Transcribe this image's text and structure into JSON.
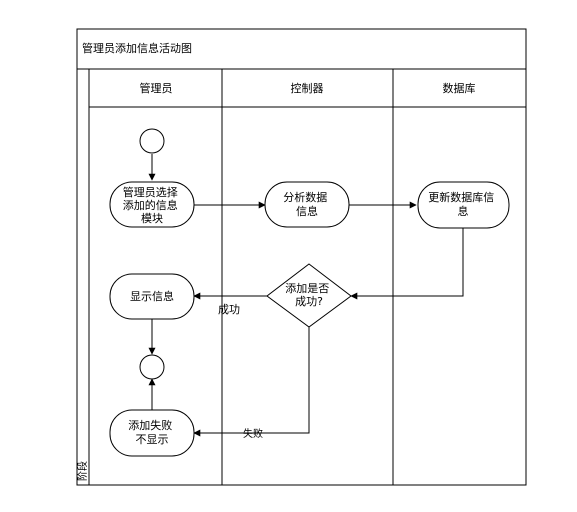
{
  "diagram": {
    "title": "管理员添加信息活动图",
    "side_label": "阶段",
    "lanes": [
      {
        "label": "管理员"
      },
      {
        "label": "控制器"
      },
      {
        "label": "数据库"
      }
    ],
    "nodes": {
      "select_module": {
        "lines": [
          "管理员选择",
          "添加的信息",
          "模块"
        ]
      },
      "analyze_data": {
        "lines": [
          "分析数据",
          "信息"
        ]
      },
      "update_db": {
        "lines": [
          "更新数据库信",
          "息"
        ]
      },
      "success_question": {
        "lines": [
          "添加是否",
          "成功?"
        ]
      },
      "show_info": {
        "lines": [
          "显示信息"
        ]
      },
      "failure_not_show": {
        "lines": [
          "添加失败",
          "不显示"
        ]
      }
    },
    "edges": {
      "success": "成功",
      "failure": "失败"
    }
  }
}
